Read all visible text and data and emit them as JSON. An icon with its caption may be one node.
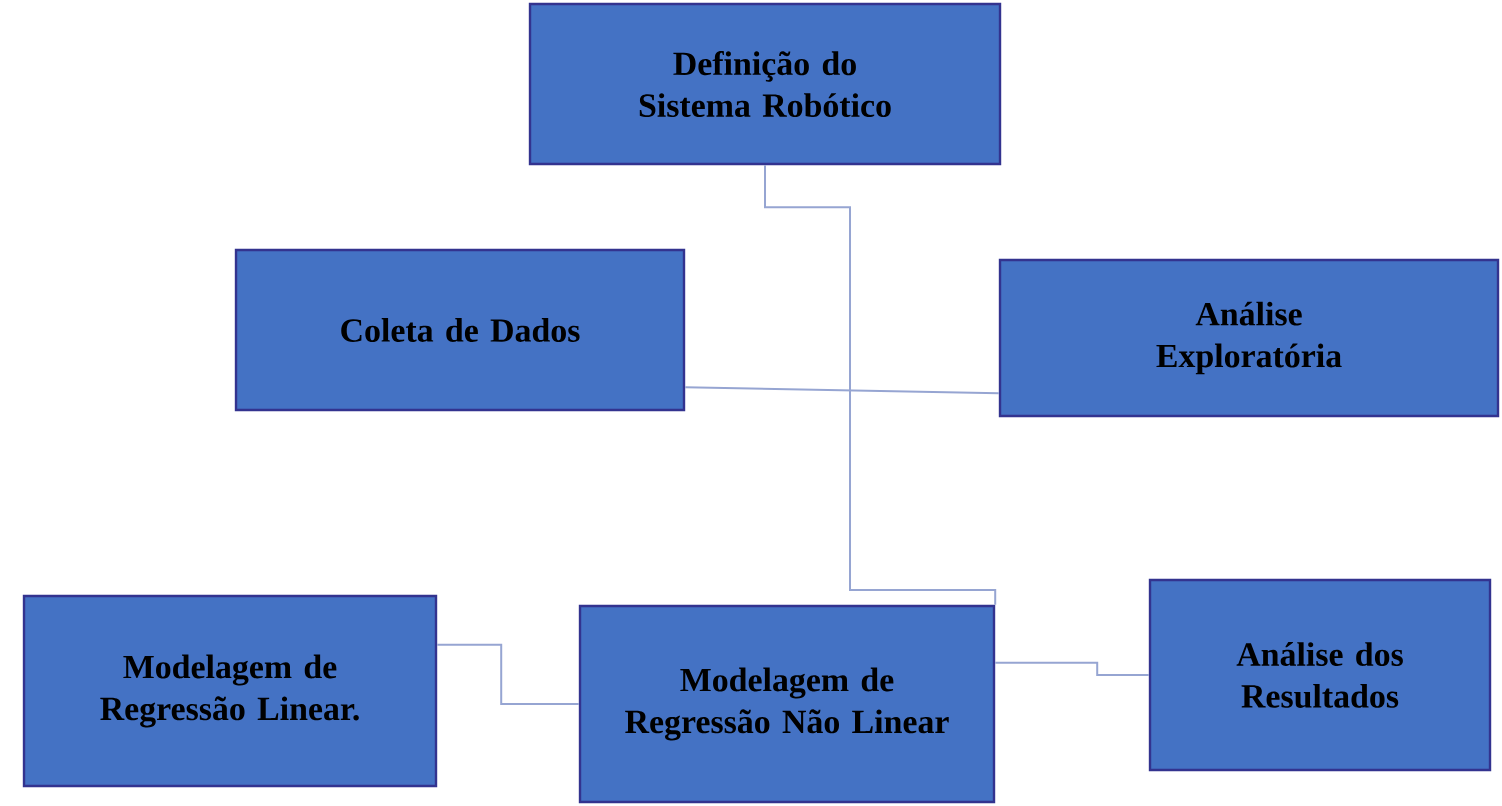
{
  "diagram": {
    "nodes": [
      {
        "text": [
          "Definição do Sistema Robótico"
        ]
      },
      {
        "text": [
          "Coleta de Dados"
        ]
      },
      {
        "text": [
          "Análise Exploratória"
        ]
      },
      {
        "text": [
          "Modelagem de Regressão Linear."
        ]
      },
      {
        "text": [
          "Modelagem de Regressão Não Linear"
        ]
      },
      {
        "text": [
          "Análise dos Resultados"
        ]
      }
    ],
    "edges": [
      {
        "from": 0,
        "to": 4,
        "arrow": "none"
      },
      {
        "from": 1,
        "to": 2,
        "arrow": "none"
      },
      {
        "from": 3,
        "to": 4,
        "arrow": "none"
      },
      {
        "from": 4,
        "to": 5,
        "arrow": "none"
      }
    ]
  }
}
